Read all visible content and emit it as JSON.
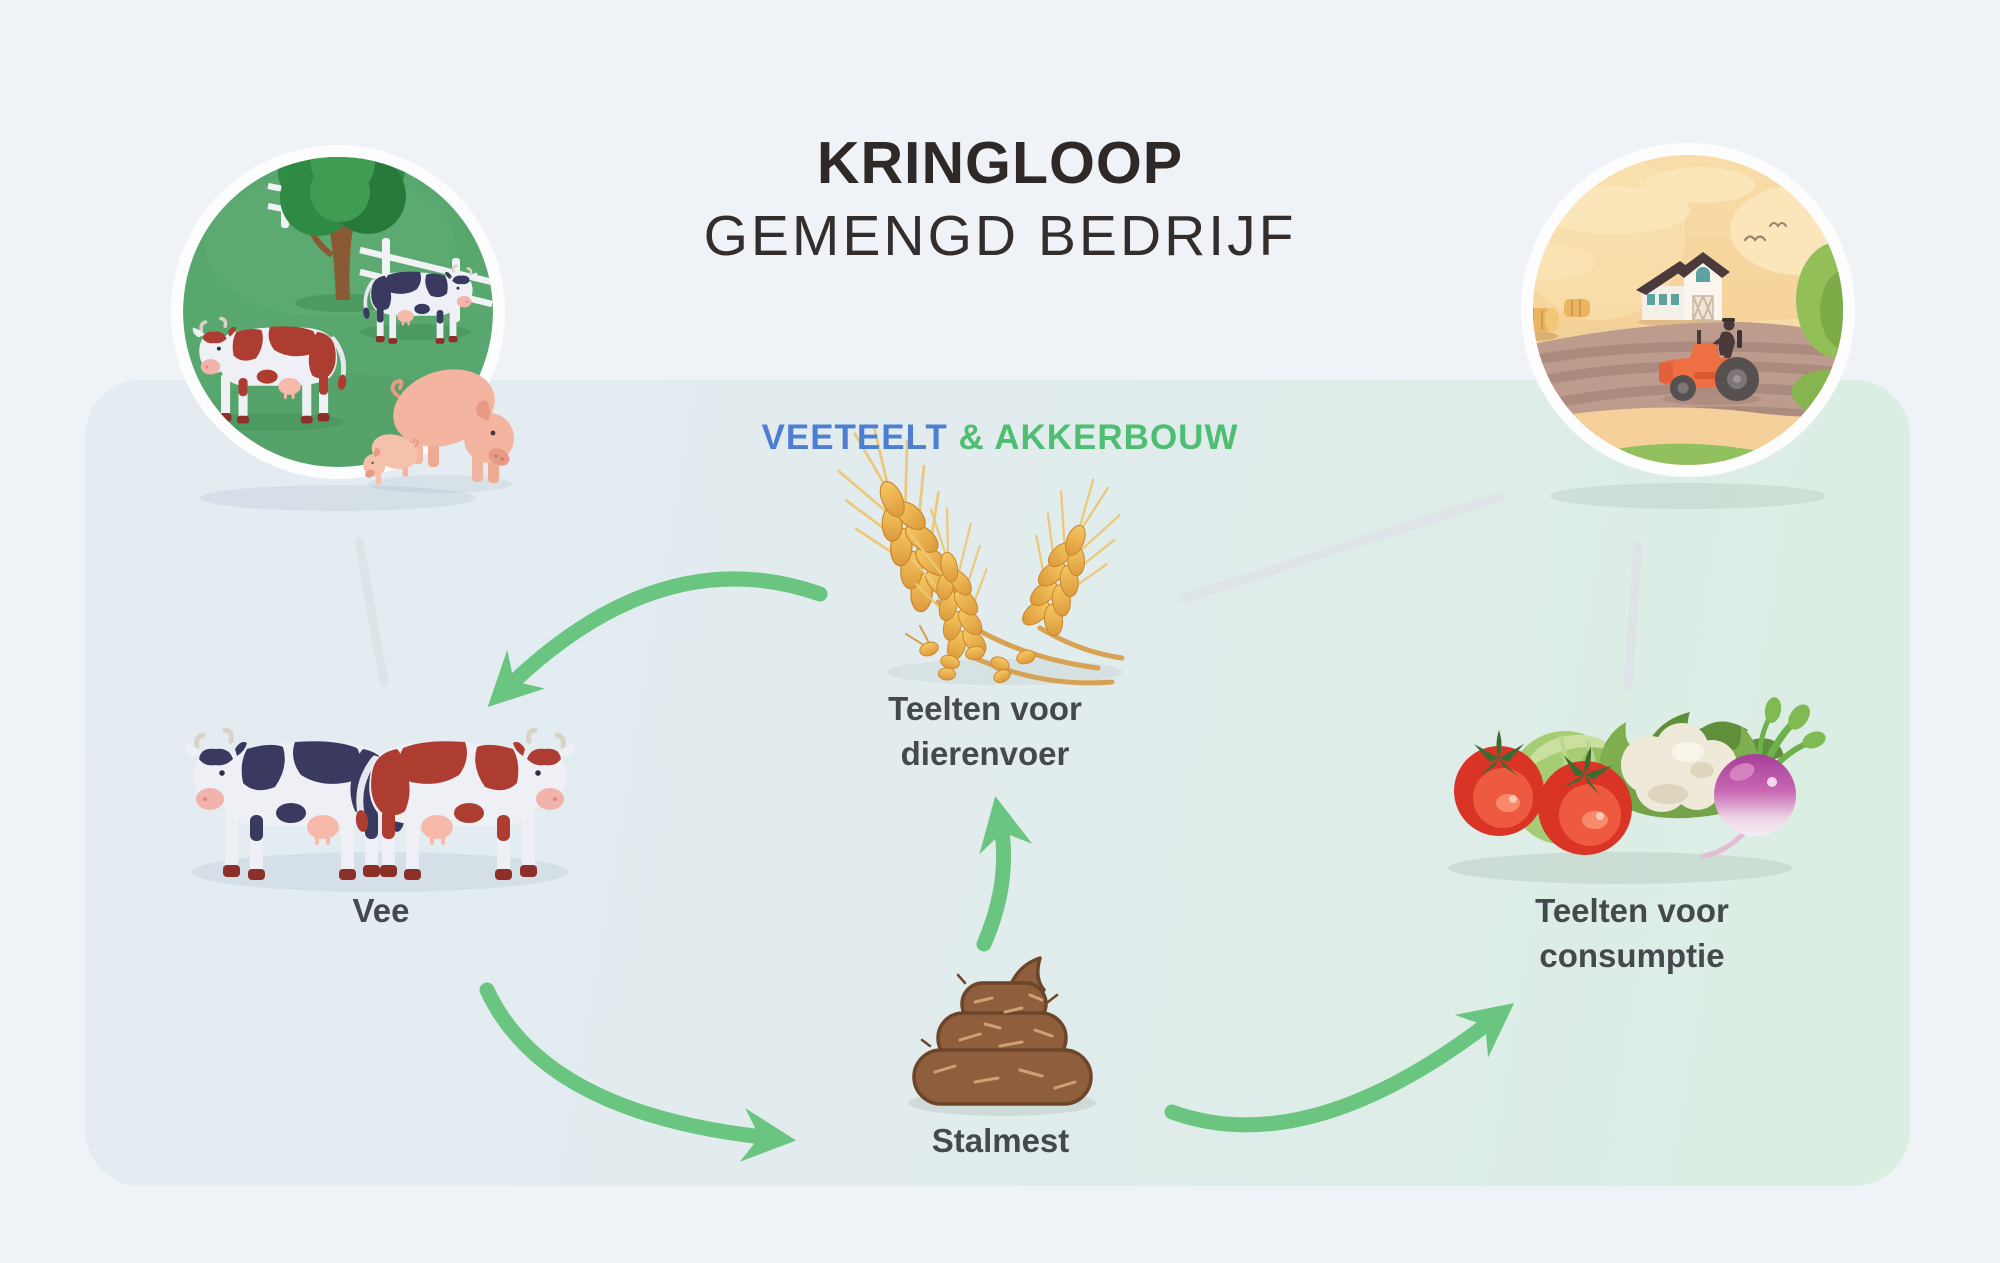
{
  "title": {
    "line1": "KRINGLOOP",
    "line2": "GEMENGD BEDRIJF"
  },
  "subtitle": {
    "left": "VEETEELT",
    "separator": "&",
    "right": "AKKERBOUW"
  },
  "nodes": {
    "dierenvoer": {
      "label": "Teelten voor dierenvoer",
      "icon": "wheat-icon"
    },
    "vee": {
      "label": "Vee",
      "icon": "cows-icon"
    },
    "stalmest": {
      "label": "Stalmest",
      "icon": "manure-icon"
    },
    "consumptie": {
      "label": "Teelten voor consumptie",
      "icon": "vegetables-icon"
    }
  },
  "flows": [
    {
      "from": "dierenvoer",
      "to": "vee"
    },
    {
      "from": "vee",
      "to": "stalmest"
    },
    {
      "from": "stalmest",
      "to": "dierenvoer"
    },
    {
      "from": "stalmest",
      "to": "consumptie"
    }
  ],
  "photos": {
    "livestock": "pasture with cows and pigs",
    "farmland": "farmhouse with tractor ploughing field"
  },
  "colors": {
    "page_bg": "#eff3f7",
    "panel_left": "#e4ecf3",
    "panel_right": "#daeee2",
    "title_text": "#2e2927",
    "label_text": "#45494e",
    "subtitle_left": "#4c7fd2",
    "subtitle_right": "#4dbe72",
    "arrow_green": "#69c580"
  }
}
